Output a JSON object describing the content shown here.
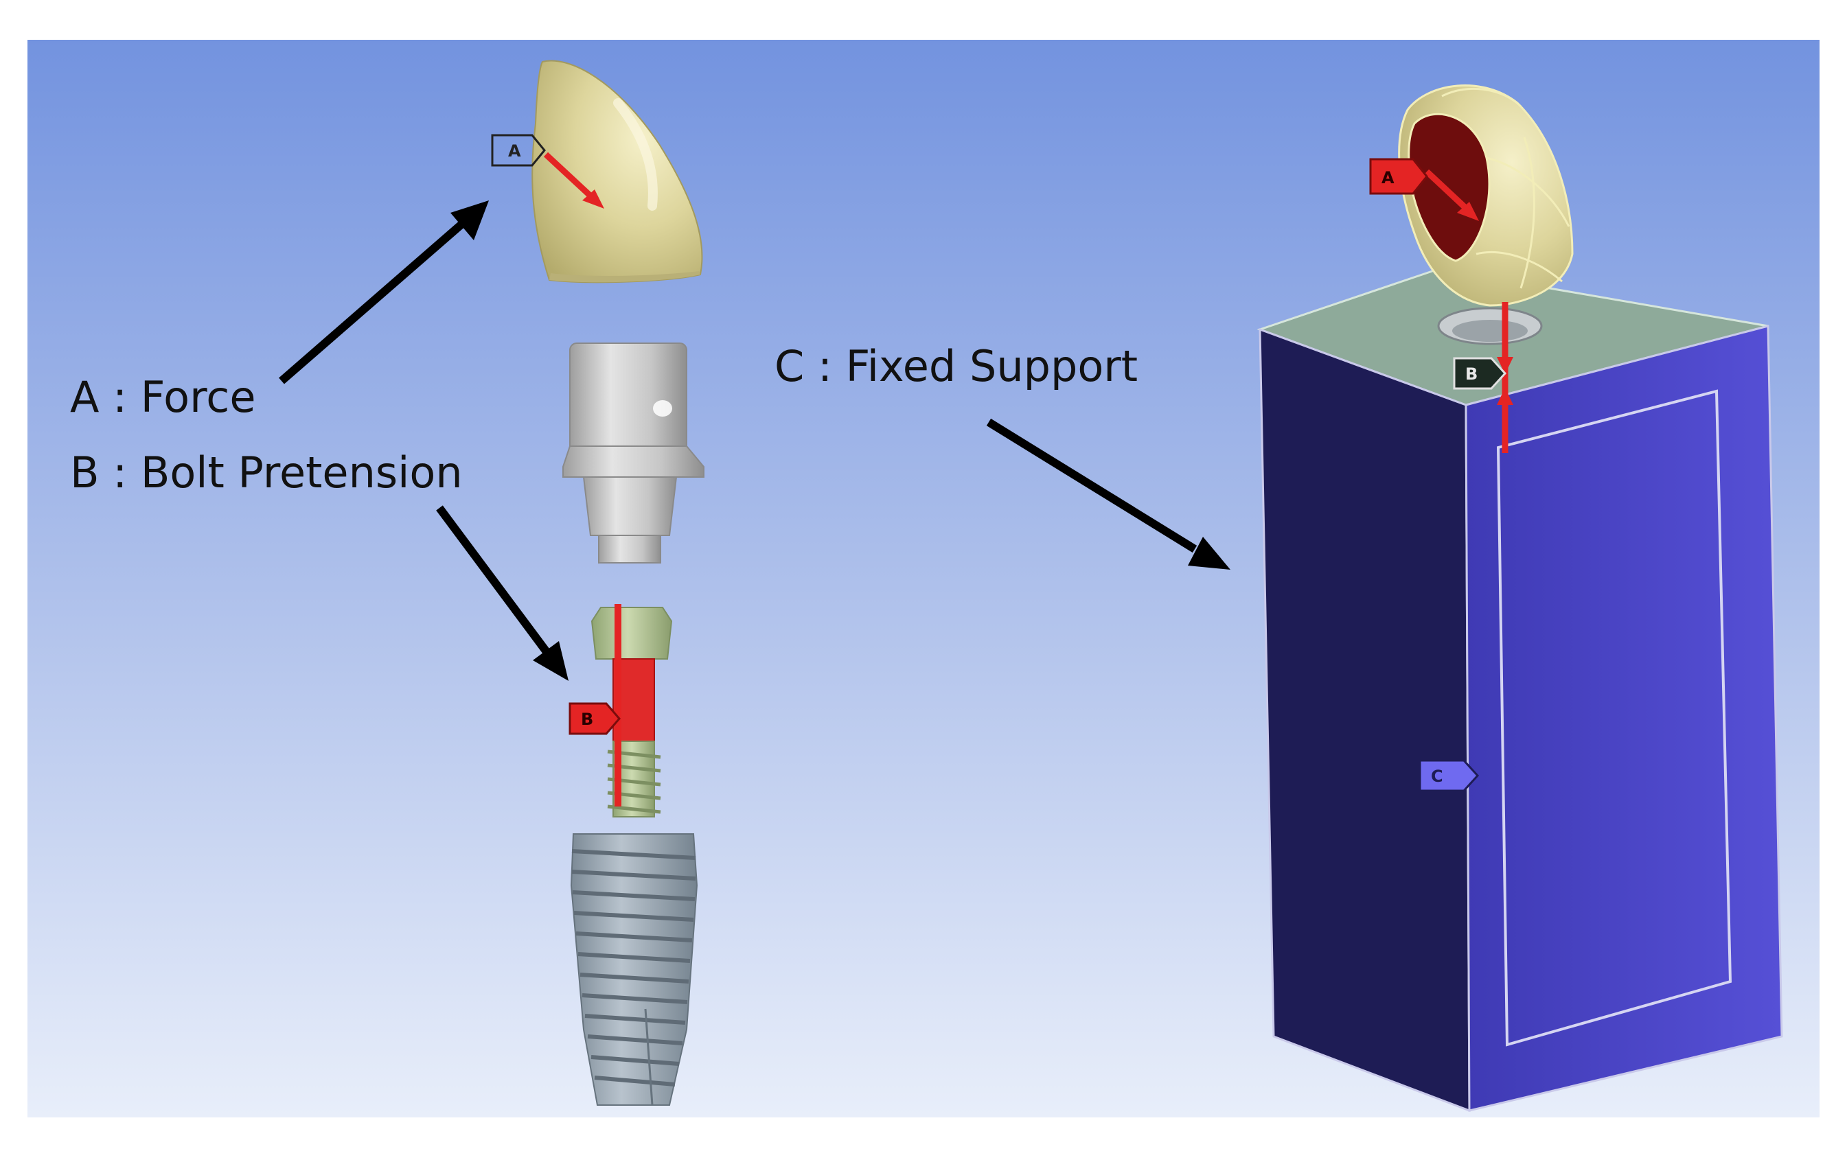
{
  "labels": {
    "force_label": "A : Force",
    "pretension_label": "B : Bolt Pretension",
    "support_label": "C : Fixed Support"
  },
  "tags": {
    "crown_left": "A",
    "screw_left": "B",
    "crown_right": "A",
    "screw_right": "B",
    "block_right": "C"
  },
  "colors": {
    "background_top": "#7393df",
    "background_bottom": "#e8eefa",
    "crown": "#ded7a0",
    "abutment": "#c9c9c9",
    "screw": "#b8ca9a",
    "implant": "#99a7b3",
    "load_red": "#e42424",
    "block_front": "#4a45c5",
    "block_side": "#1e1c55",
    "block_top": "#8eaa9a"
  },
  "icons": {
    "arrow": "arrow-icon",
    "tag": "tag-icon"
  }
}
